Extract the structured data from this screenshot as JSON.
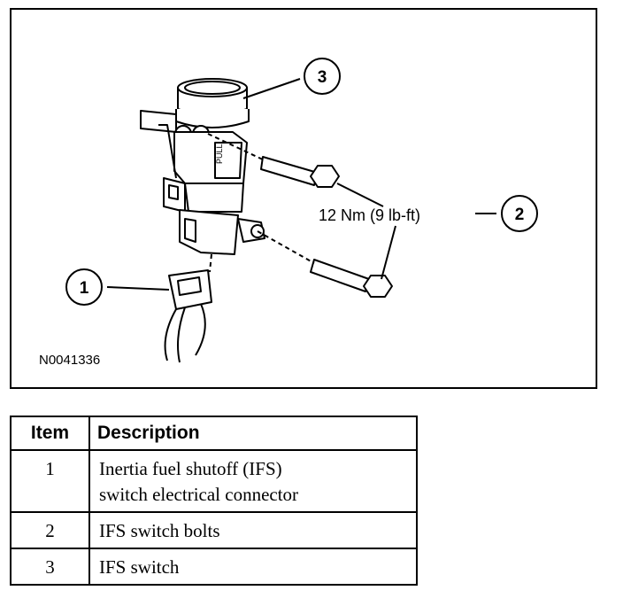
{
  "figure": {
    "callouts": [
      "1",
      "2",
      "3"
    ],
    "torque_spec": "12 Nm (9 lb-ft)",
    "figure_id": "N0041336"
  },
  "legend": {
    "headers": {
      "item": "Item",
      "description": "Description"
    },
    "rows": [
      {
        "item": "1",
        "description_line1": "Inertia fuel shutoff (IFS)",
        "description_line2": "switch electrical connector"
      },
      {
        "item": "2",
        "description_line1": "IFS switch bolts"
      },
      {
        "item": "3",
        "description_line1": "IFS switch"
      }
    ]
  }
}
